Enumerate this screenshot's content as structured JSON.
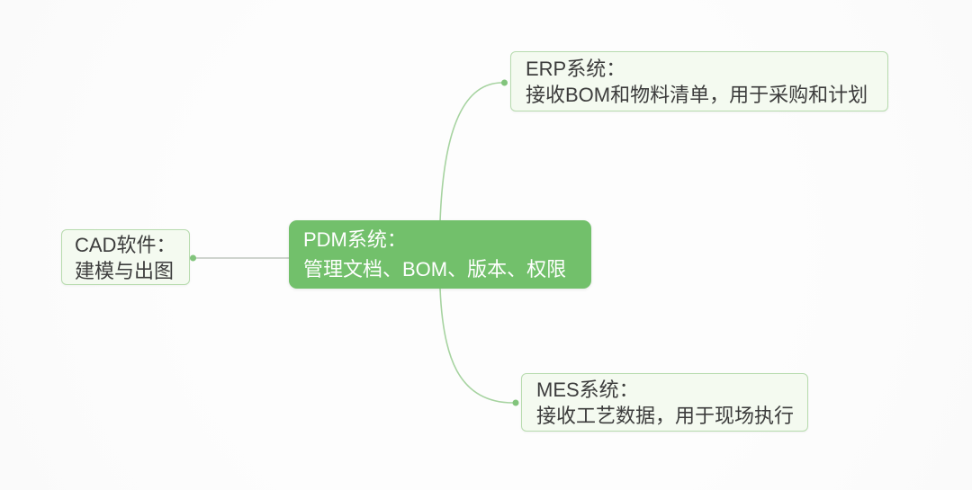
{
  "diagram": {
    "type": "mindmap",
    "root": {
      "id": "pdm",
      "line1": "PDM系统：",
      "line2": "管理文档、BOM、版本、权限"
    },
    "children": [
      {
        "id": "cad",
        "position": "left",
        "line1": "CAD软件：",
        "line2": "建模与出图"
      },
      {
        "id": "erp",
        "position": "top-right",
        "line1": "ERP系统：",
        "line2": "接收BOM和物料清单，用于采购和计划"
      },
      {
        "id": "mes",
        "position": "bottom-right",
        "line1": "MES系统：",
        "line2": "接收工艺数据，用于现场执行"
      }
    ],
    "colors": {
      "background": "#fafafa",
      "root_fill": "#72c06b",
      "root_text": "#ffffff",
      "child_fill": "#f4faf0",
      "child_border": "#b7dbae",
      "child_text": "#3c3c3c",
      "curve_stroke": "#a6d3a0",
      "straight_stroke": "#c8cec7",
      "dot_fill": "#82c47c"
    }
  }
}
